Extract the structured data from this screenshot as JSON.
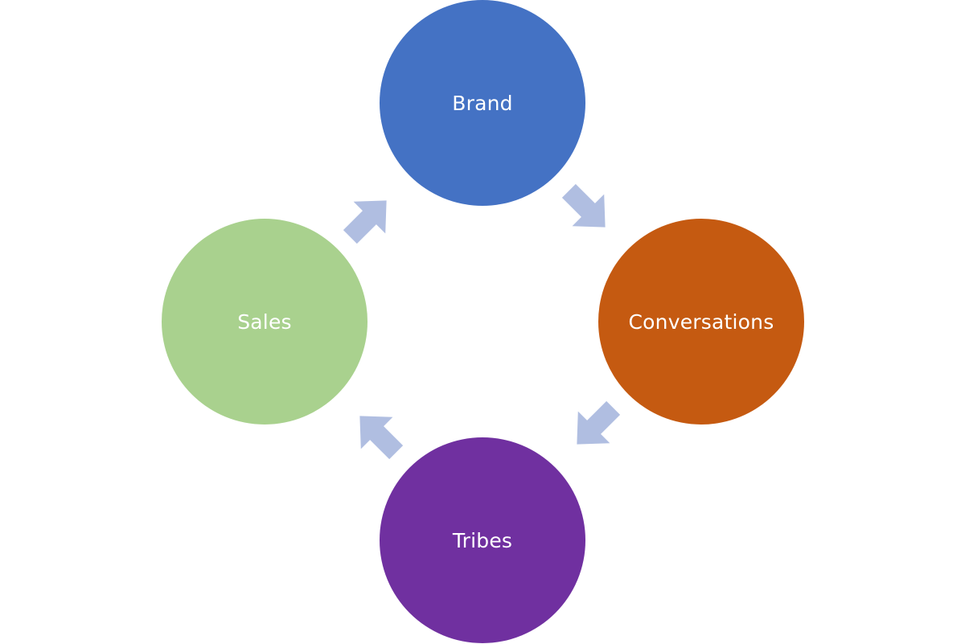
{
  "diagram": {
    "nodes": [
      {
        "id": "brand",
        "label": "Brand",
        "color": "#4472C4"
      },
      {
        "id": "conversations",
        "label": "Conversations",
        "color": "#C55A11"
      },
      {
        "id": "tribes",
        "label": "Tribes",
        "color": "#7030A0"
      },
      {
        "id": "sales",
        "label": "Sales",
        "color": "#A9D18E"
      }
    ],
    "arrow_color": "#B0BEE1",
    "flow": [
      "brand",
      "conversations",
      "tribes",
      "sales",
      "brand"
    ]
  }
}
